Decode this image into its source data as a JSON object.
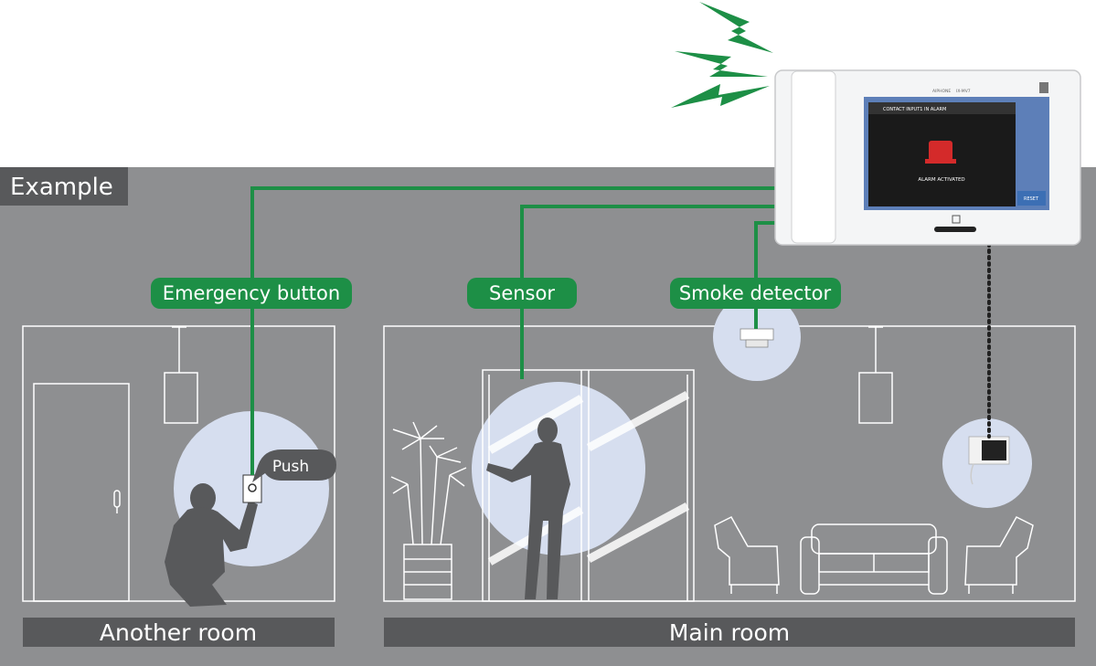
{
  "example_label": "Example",
  "labels": {
    "emergency_button": "Emergency button",
    "sensor": "Sensor",
    "smoke_detector": "Smoke detector",
    "push_bubble": "Push"
  },
  "rooms": {
    "another_room": "Another room",
    "main_room": "Main room"
  },
  "monitor": {
    "brand": "AIPHONE",
    "model": "IX-MV7",
    "screen_header": "CONTACT INPUT1 IN ALARM",
    "screen_status": "ALARM ACTIVATED",
    "reset_button": "RESET"
  },
  "colors": {
    "wire_green": "#1d8f46",
    "label_green": "#1d8f46",
    "background_gray": "#8e8f91",
    "room_bar": "#58595b",
    "coverage_blue": "#d6deef"
  }
}
